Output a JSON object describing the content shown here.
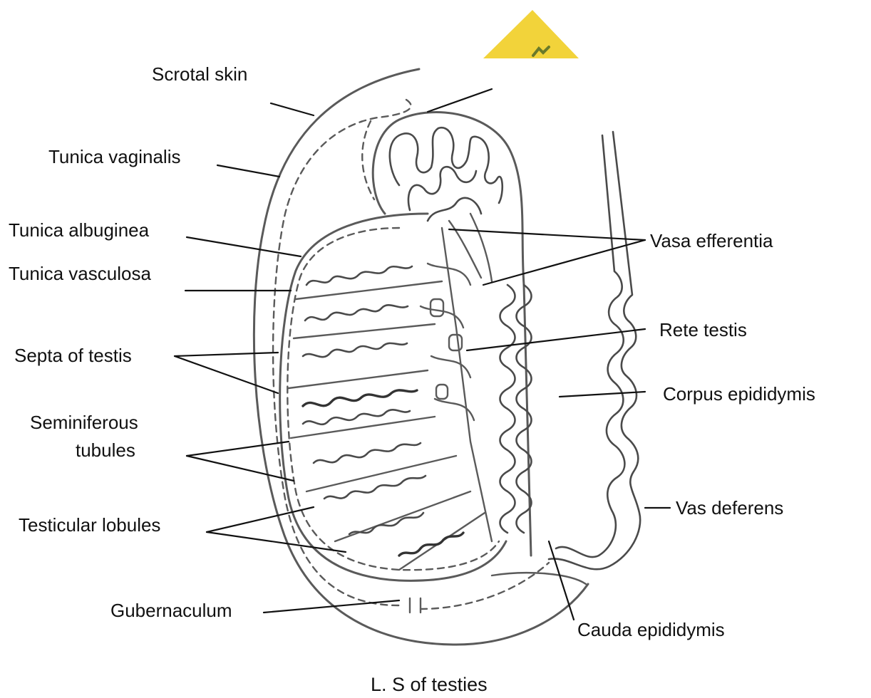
{
  "figure": {
    "caption": "L. S of testies",
    "watermark_color": "#f2d33a"
  },
  "labels": {
    "scrotal_skin": "Scrotal skin",
    "tunica_vaginalis": "Tunica vaginalis",
    "tunica_albuginea": "Tunica albuginea",
    "tunica_vasculosa": "Tunica vasculosa",
    "septa_of_testis": "Septa of testis",
    "seminiferous_line1": "Seminiferous",
    "seminiferous_line2": "tubules",
    "testicular_lobules": "Testicular lobules",
    "gubernaculum": "Gubernaculum",
    "vasa_efferentia": "Vasa efferentia",
    "rete_testis": "Rete testis",
    "corpus_epididymis": "Corpus epididymis",
    "vas_deferens": "Vas deferens",
    "cauda_epididymis": "Cauda epididymis"
  }
}
